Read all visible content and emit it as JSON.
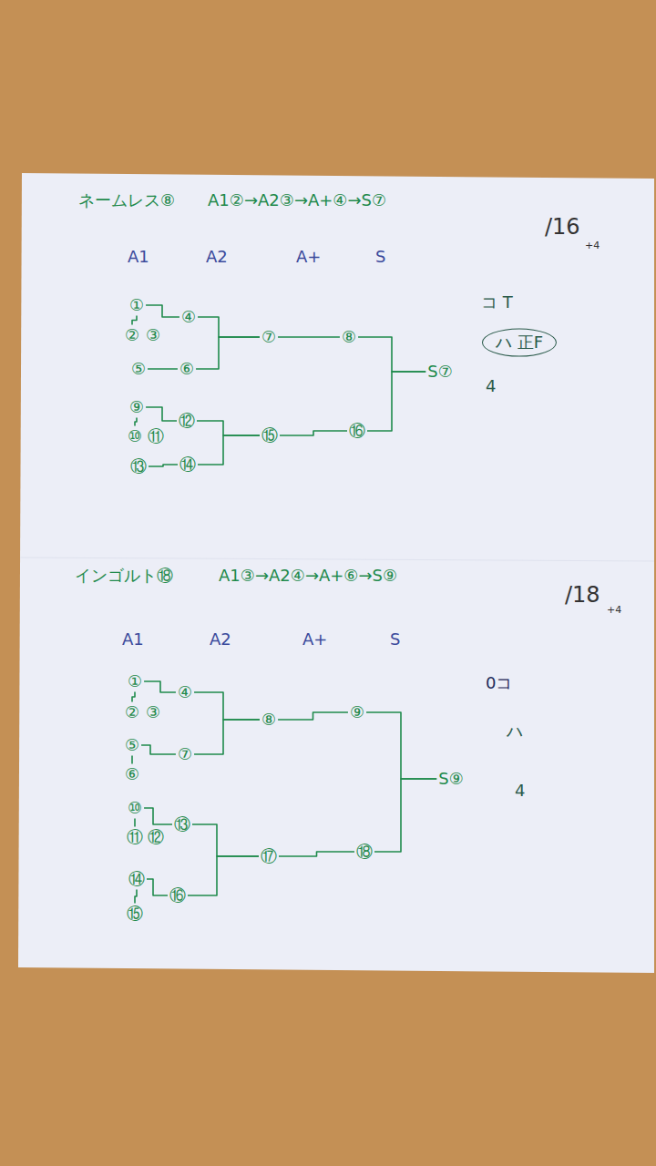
{
  "diagram": {
    "nodes": [
      {
        "text": [
          "①"
        ]
      },
      {
        "text": [
          "②"
        ]
      },
      {
        "text": [
          "③"
        ]
      },
      {
        "text": [
          "④"
        ]
      },
      {
        "text": [
          "⑤"
        ]
      },
      {
        "text": [
          "⑥"
        ]
      },
      {
        "text": [
          "⑦"
        ]
      },
      {
        "text": [
          "⑧"
        ]
      },
      {
        "text": [
          "S⑦"
        ]
      },
      {
        "text": [
          "⑨"
        ]
      },
      {
        "text": [
          "⑩"
        ]
      },
      {
        "text": [
          "⑪"
        ]
      },
      {
        "text": [
          "⑫"
        ]
      },
      {
        "text": [
          "⑬"
        ]
      },
      {
        "text": [
          "⑭"
        ]
      },
      {
        "text": [
          "⑮"
        ]
      },
      {
        "text": [
          "⑯"
        ]
      },
      {
        "text": [
          "ハ 正F"
        ]
      },
      {
        "text": [
          "①"
        ]
      },
      {
        "text": [
          "②"
        ]
      },
      {
        "text": [
          "③"
        ]
      },
      {
        "text": [
          "④"
        ]
      },
      {
        "text": [
          "⑤"
        ]
      },
      {
        "text": [
          "⑥"
        ]
      },
      {
        "text": [
          "⑦"
        ]
      },
      {
        "text": [
          "⑧"
        ]
      },
      {
        "text": [
          "⑨"
        ]
      },
      {
        "text": [
          "S⑨"
        ]
      },
      {
        "text": [
          "⑩"
        ]
      },
      {
        "text": [
          "⑪"
        ]
      },
      {
        "text": [
          "⑫"
        ]
      },
      {
        "text": [
          "⑬"
        ]
      },
      {
        "text": [
          "⑭"
        ]
      },
      {
        "text": [
          "⑮"
        ]
      },
      {
        "text": [
          "⑯"
        ]
      },
      {
        "text": [
          "⑰"
        ]
      },
      {
        "text": [
          "⑱"
        ]
      }
    ],
    "edges": [
      {
        "from": 0,
        "to": 1,
        "arrow": "none"
      },
      {
        "from": 0,
        "to": 3,
        "arrow": "none"
      },
      {
        "from": 4,
        "to": 5,
        "arrow": "none"
      },
      {
        "from": 3,
        "to": 6,
        "arrow": "none"
      },
      {
        "from": 5,
        "to": 6,
        "arrow": "none"
      },
      {
        "from": 6,
        "to": 7,
        "arrow": "none"
      },
      {
        "from": 7,
        "to": 8,
        "arrow": "none"
      },
      {
        "from": 16,
        "to": 8,
        "arrow": "none"
      },
      {
        "from": 9,
        "to": 10,
        "arrow": "none"
      },
      {
        "from": 9,
        "to": 12,
        "arrow": "none"
      },
      {
        "from": 13,
        "to": 14,
        "arrow": "none"
      },
      {
        "from": 12,
        "to": 15,
        "arrow": "none"
      },
      {
        "from": 14,
        "to": 15,
        "arrow": "none"
      },
      {
        "from": 15,
        "to": 16,
        "arrow": "none"
      },
      {
        "from": 18,
        "to": 19,
        "arrow": "none"
      },
      {
        "from": 18,
        "to": 21,
        "arrow": "none"
      },
      {
        "from": 22,
        "to": 23,
        "arrow": "none"
      },
      {
        "from": 22,
        "to": 24,
        "arrow": "none"
      },
      {
        "from": 21,
        "to": 25,
        "arrow": "none"
      },
      {
        "from": 24,
        "to": 25,
        "arrow": "none"
      },
      {
        "from": 25,
        "to": 26,
        "arrow": "none"
      },
      {
        "from": 26,
        "to": 27,
        "arrow": "none"
      },
      {
        "from": 36,
        "to": 27,
        "arrow": "none"
      },
      {
        "from": 28,
        "to": 29,
        "arrow": "none"
      },
      {
        "from": 28,
        "to": 31,
        "arrow": "none"
      },
      {
        "from": 32,
        "to": 33,
        "arrow": "none"
      },
      {
        "from": 32,
        "to": 34,
        "arrow": "none"
      },
      {
        "from": 31,
        "to": 35,
        "arrow": "none"
      },
      {
        "from": 34,
        "to": 35,
        "arrow": "none"
      },
      {
        "from": 35,
        "to": 36,
        "arrow": "none"
      }
    ],
    "labels": [
      "ネームレス⑧",
      "A1②→A2③→A+④→S⑦",
      "/16",
      "+4",
      "A1",
      "A2",
      "A+",
      "S",
      "コ T",
      "4",
      "インゴルト⑱",
      "A1③→A2④→A+⑥→S⑨",
      "/18",
      "+4",
      "A1",
      "A2",
      "A+",
      "S",
      "0コ",
      "ハ",
      "4"
    ]
  }
}
